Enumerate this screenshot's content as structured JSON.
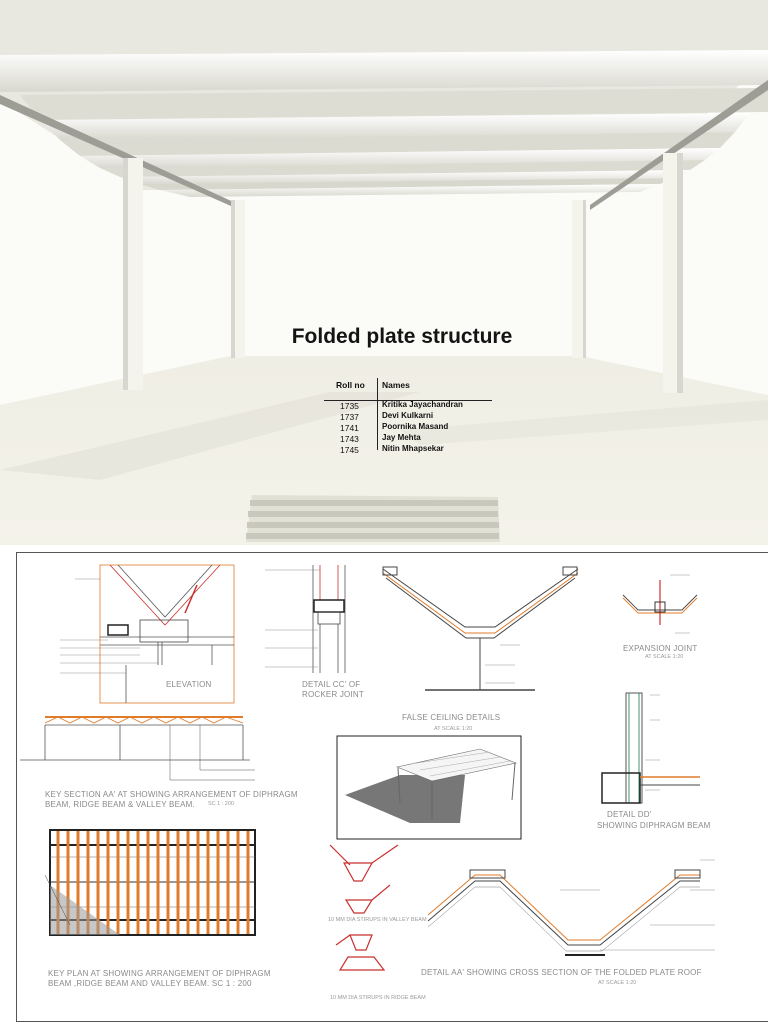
{
  "render": {
    "title": "Folded plate structure",
    "team": {
      "roll_header": "Roll no",
      "names_header": "Names",
      "members": [
        {
          "roll": "1735",
          "name": "Kritika Jayachandran"
        },
        {
          "roll": "1737",
          "name": "Devi Kulkarni"
        },
        {
          "roll": "1741",
          "name": "Poornika Masand"
        },
        {
          "roll": "1743",
          "name": "Jay Mehta"
        },
        {
          "roll": "1745",
          "name": "Nitin Mhapsekar"
        }
      ]
    }
  },
  "sheet": {
    "elevation": "ELEVATION",
    "detail_cc": "DETAIL CC' OF",
    "detail_cc_2": "ROCKER JOINT",
    "false_ceiling": "FALSE CEILING DETAILS",
    "false_ceiling_scale": "AT SCALE 1:20",
    "expansion_joint": "EXPANSION JOINT",
    "expansion_joint_scale": "AT SCALE 1:20",
    "key_section_1": "KEY SECTION AA' AT SHOWING ARRANGEMENT OF DIPHRAGM",
    "key_section_2": "BEAM, RIDGE BEAM & VALLEY BEAM.",
    "key_section_scale": "SC 1 : 200",
    "detail_dd_1": "DETAIL DD'",
    "detail_dd_2": "SHOWING DIPHRAGM BEAM",
    "key_plan_1": "KEY PLAN AT SHOWING ARRANGEMENT OF DIPHRAGM",
    "key_plan_2": "BEAM ,RIDGE BEAM AND VALLEY BEAM. SC 1 : 200",
    "stirrups_valley": "10 MM DIA STIRUPS IN VALLEY BEAM",
    "stirrups_ridge": "10 MM DIA STIRUPS IN RIDGE BEAM",
    "detail_aa": "DETAIL AA' SHOWING CROSS SECTION OF THE FOLDED PLATE ROOF",
    "detail_aa_scale": "AT SCALE 1:20"
  },
  "colors": {
    "accent_orange": "#e07b2a",
    "red_line": "#c8312f",
    "drawing_grey": "#555555"
  }
}
